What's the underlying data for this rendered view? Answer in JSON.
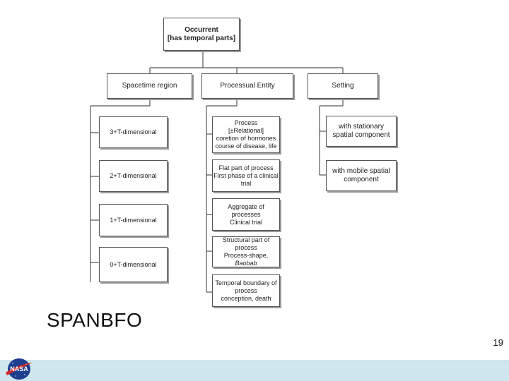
{
  "diagram": {
    "root": [
      "Occurrent",
      "[has temporal parts]"
    ],
    "level1": {
      "spacetime_region": "Spacetime region",
      "processual_entity": "Processual Entity",
      "setting": "Setting"
    },
    "spacetime": [
      "3+T-dimensional",
      "2+T-dimensional",
      "1+T-dimensional",
      "0+T-dimensional"
    ],
    "processual": [
      {
        "lines": [
          "Process",
          "[±Relational]",
          "coretion of hormones",
          "course of disease, life"
        ]
      },
      {
        "lines": [
          "Flat part of process",
          "First phase of a clinical",
          "trial"
        ]
      },
      {
        "lines": [
          "Aggregate of",
          "processes",
          "Clinical trial"
        ]
      },
      {
        "lines": [
          "Structural part of",
          "process"
        ],
        "mixed": {
          "plain": "Process-shape, ",
          "italic": "Baobab"
        }
      },
      {
        "lines": [
          "Temporal boundary of",
          "process",
          "conception, death"
        ]
      }
    ],
    "setting": [
      [
        "with stationary",
        "spatial component"
      ],
      [
        "with mobile spatial",
        "component"
      ]
    ]
  },
  "slide": {
    "title": "SPANBFO",
    "page_number": "19"
  },
  "colors": {
    "footer": "#cfe7ee",
    "logo_blue": "#1e3f8f",
    "logo_red": "#d4262b"
  },
  "icons": {
    "logo": "nasa-meatball-logo"
  }
}
